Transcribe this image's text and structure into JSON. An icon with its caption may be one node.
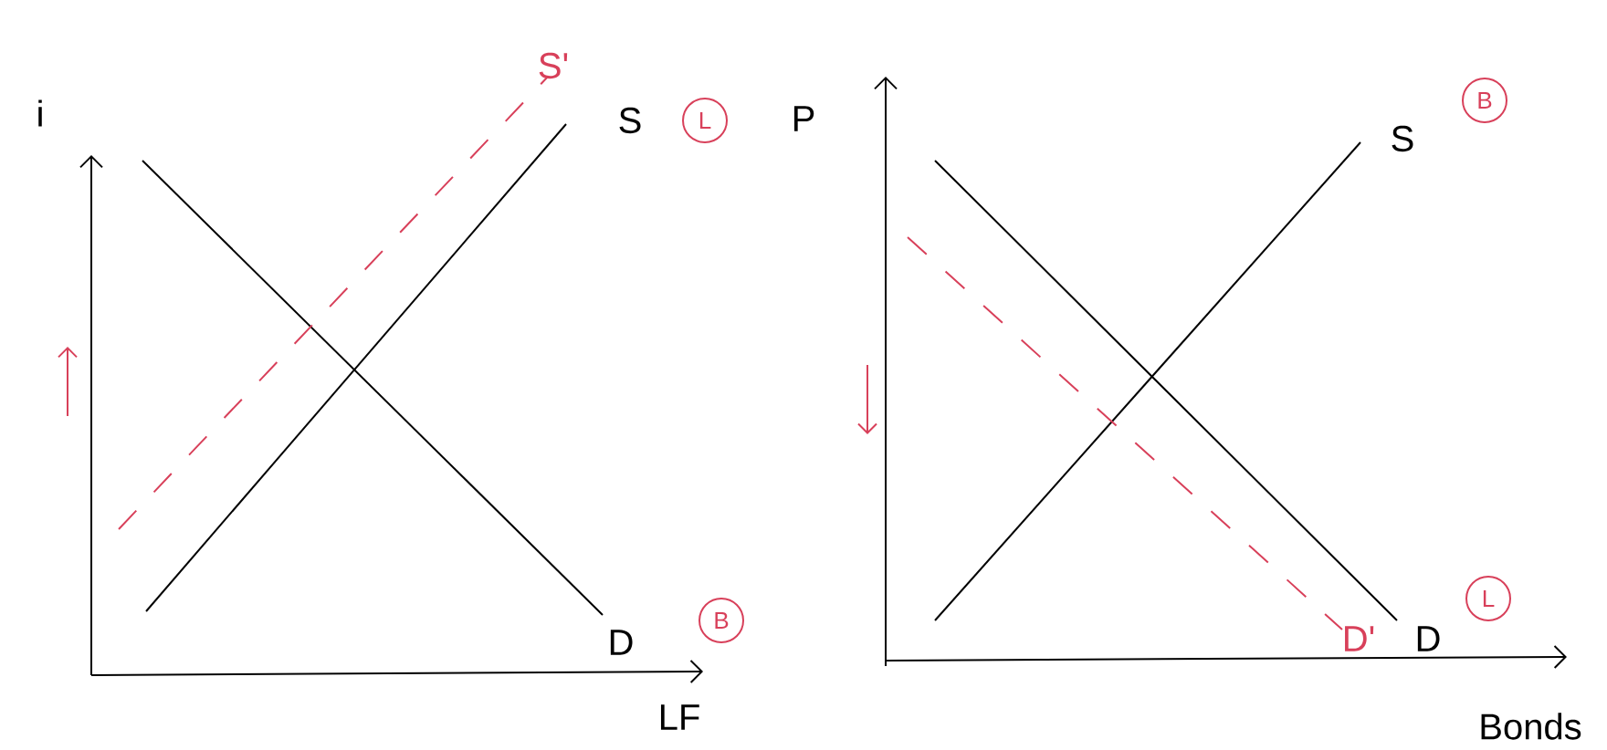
{
  "diagram": {
    "nodes": [
      {
        "text": [
          "L"
        ]
      },
      {
        "text": [
          "B"
        ]
      },
      {
        "text": [
          "B"
        ]
      },
      {
        "text": [
          "L"
        ]
      }
    ],
    "labels": [
      "i",
      "S'",
      "S",
      "P",
      "S",
      "D",
      "D'",
      "D",
      "LF",
      "Bonds"
    ]
  }
}
